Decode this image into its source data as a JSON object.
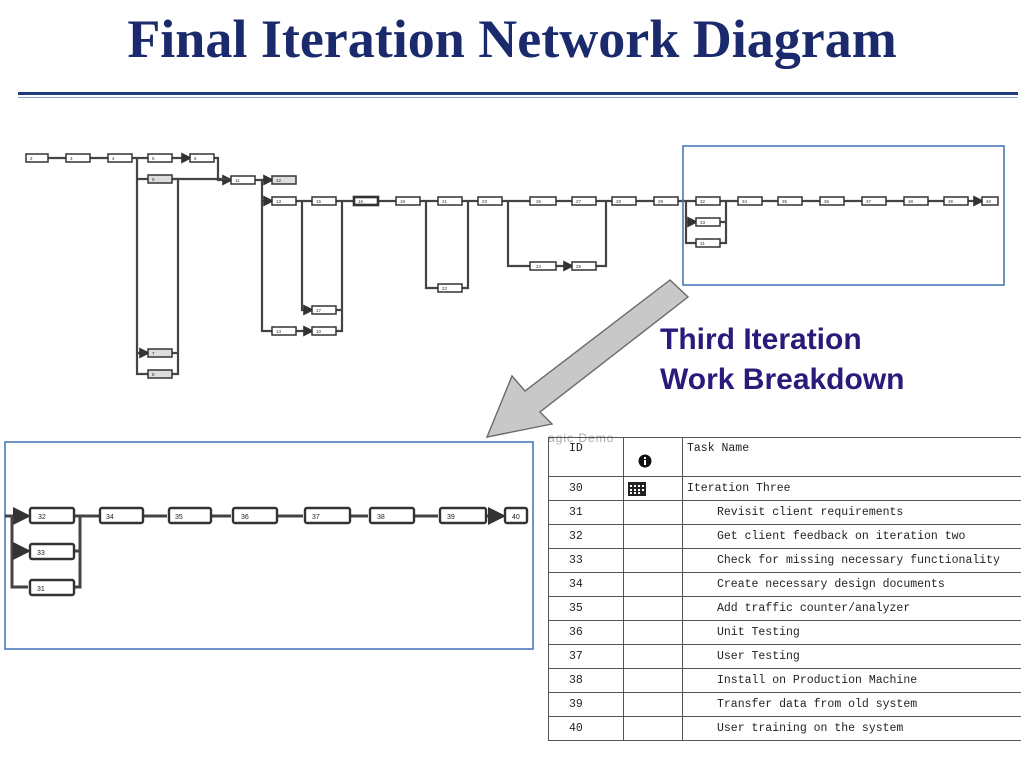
{
  "title": "Final Iteration Network Diagram",
  "callout": {
    "line1": "Third Iteration",
    "line2": "Work Breakdown"
  },
  "watermark": "agic Demo",
  "colors": {
    "title": "#1a2a6c",
    "callout": "#2a1a7a",
    "highlight_box": "#4a78b8",
    "arrow": "#c8c8c8"
  },
  "table": {
    "headers": {
      "id": "ID",
      "icon": "info-icon",
      "name": "Task Name"
    },
    "rows": [
      {
        "id": "30",
        "icon": "calendar-grid-icon",
        "name": "Iteration Three",
        "summary": true
      },
      {
        "id": "31",
        "name": "Revisit client requirements"
      },
      {
        "id": "32",
        "name": "Get client feedback on iteration two"
      },
      {
        "id": "33",
        "name": "Check for missing necessary functionality"
      },
      {
        "id": "34",
        "name": "Create necessary design documents"
      },
      {
        "id": "35",
        "name": "Add traffic counter/analyzer"
      },
      {
        "id": "36",
        "name": "Unit Testing"
      },
      {
        "id": "37",
        "name": "User Testing"
      },
      {
        "id": "38",
        "name": "Install on Production Machine"
      },
      {
        "id": "39",
        "name": "Transfer data from old system"
      },
      {
        "id": "40",
        "name": "User training on the system"
      }
    ]
  },
  "overview_nodes": {
    "row": [
      "2",
      "3",
      "4",
      "5",
      "6",
      "11",
      "12",
      "13",
      "15",
      "16",
      "18",
      "21",
      "23",
      "26",
      "27",
      "28",
      "29",
      "32",
      "34",
      "35",
      "36",
      "37",
      "38",
      "39",
      "40"
    ],
    "branch": [
      "9",
      "7",
      "8",
      "17",
      "14",
      "10",
      "22",
      "24",
      "25",
      "33",
      "31"
    ]
  },
  "zoom_nodes": {
    "row": [
      "32",
      "34",
      "35",
      "36",
      "37",
      "38",
      "39",
      "40"
    ],
    "branch": [
      "33",
      "31"
    ]
  }
}
